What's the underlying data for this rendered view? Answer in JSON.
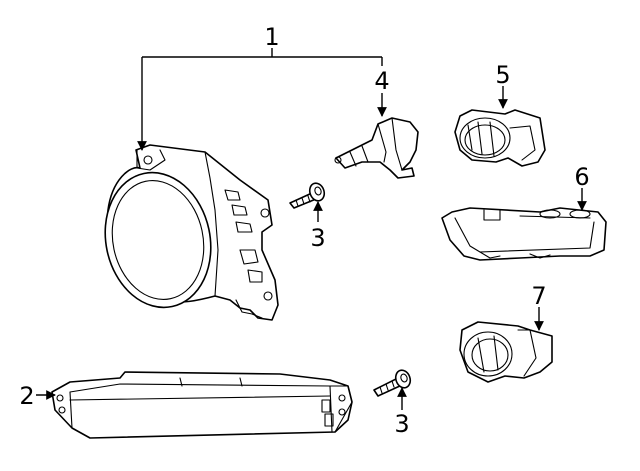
{
  "diagram": {
    "callouts": [
      {
        "id": "1",
        "label": "1"
      },
      {
        "id": "2",
        "label": "2"
      },
      {
        "id": "3a",
        "label": "3"
      },
      {
        "id": "3b",
        "label": "3"
      },
      {
        "id": "4",
        "label": "4"
      },
      {
        "id": "5",
        "label": "5"
      },
      {
        "id": "6",
        "label": "6"
      },
      {
        "id": "7",
        "label": "7"
      }
    ]
  }
}
